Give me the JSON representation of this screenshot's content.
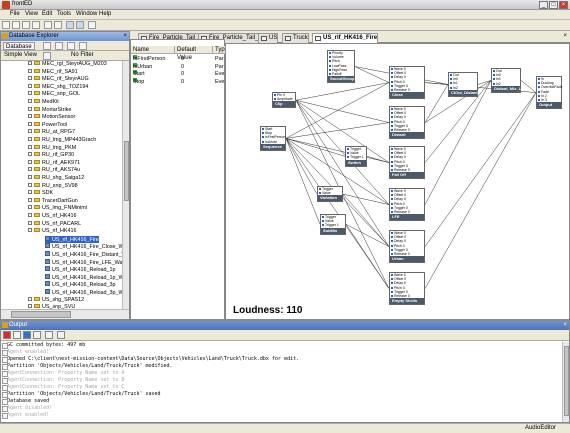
{
  "window": {
    "title": "frontED"
  },
  "menu": [
    "File",
    "View",
    "Edit",
    "Tools",
    "Window",
    "Help"
  ],
  "db_explorer": {
    "title": "Database Explorer",
    "tabs": [
      "Database"
    ],
    "filter_mode": "Simple View",
    "filter_label": "No Filter",
    "tree": [
      "MEC_rgl_SteyrAUG_M203",
      "MEC_rif_SA91",
      "MEC_rif_SteyrAUG",
      "MEC_shg_TOZ194",
      "MEC_snp_GOL",
      "MedKit",
      "MortarStrike",
      "MotionSensor",
      "PowerTool",
      "RU_at_RPG7",
      "RU_lmg_MP443Grach",
      "RU_lmg_PKM",
      "RU_rif_GP30",
      "RU_rif_AEK971",
      "RU_rif_AKS74u",
      "RU_shg_Saiga12",
      "RU_snp_SV98",
      "SDK",
      "TracerDartGun",
      "US_lmg_FNMinimi",
      "US_rif_HK416",
      "US_rif_PACARL",
      "US_rif_HK416"
    ],
    "children": [
      "US_rif_HK416_Fire",
      "US_rif_HK416_Fire_Close_Wav",
      "US_rif_HK416_Fire_Distant_W",
      "US_rif_HK416_Fire_LFE_Wave",
      "US_rif_HK416_Reload_1p",
      "US_rif_HK416_Reload_1p_Wav",
      "US_rif_HK416_Reload_3p",
      "US_rif_HK416_Reload_3p_Wav"
    ],
    "after": [
      "US_shg_SPAS12",
      "US_snp_SVU"
    ]
  },
  "properties": {
    "headers": [
      "Name",
      "Default Value",
      "Typ"
    ],
    "rows": [
      {
        "name": "IsFirstPerson",
        "value": "0",
        "type": "Par"
      },
      {
        "name": "IsUrban",
        "value": "0",
        "type": "Par"
      },
      {
        "name": "Start",
        "value": "0",
        "type": "Eve"
      },
      {
        "name": "Stop",
        "value": "0",
        "type": "Eve"
      }
    ]
  },
  "tabs": [
    "Fire_Particle_Tail_L",
    "Fire_Particle_Tail_S",
    "US",
    "Truck",
    "US_rif_HK416_Fire"
  ],
  "graph": {
    "loudness": "Loudness: 110",
    "nodes": {
      "n1": {
        "title": "SoundGroup",
        "pins": [
          "Priority",
          "Volume",
          "Pitch",
          "LowPass",
          "HighPass",
          "Falloff"
        ]
      },
      "n2": {
        "title": "Clip",
        "pins": [
          "Pin 0",
          "Amplitude 0"
        ]
      },
      "n3": {
        "title": "Sequence",
        "pins": [
          "Start",
          "Stop",
          "IsFirstPerson",
          "IsUrban"
        ]
      },
      "n4": {
        "title": "Close",
        "pins": [
          "Wave 0",
          "Offset 0",
          "Delay 0",
          "Pitch 0",
          "Trigger 0",
          "Release 0"
        ]
      },
      "n5": {
        "title": "Distant",
        "pins": [
          "Wave 0",
          "Offset 0",
          "Delay 0",
          "Pitch 0",
          "Trigger 0",
          "Release 0"
        ]
      },
      "n6": {
        "title": "Fall Off",
        "pins": [
          "Wave 0",
          "Offset 0",
          "Delay 0",
          "Pitch 0",
          "Trigger 0",
          "Release 0"
        ]
      },
      "n7": {
        "title": "LFE",
        "pins": [
          "Wave 0",
          "Offset 0",
          "Delay 0",
          "Pitch 0",
          "Trigger 0",
          "Release 0"
        ]
      },
      "n8": {
        "title": "Urban",
        "pins": [
          "Wave 0",
          "Offset 0",
          "Delay 0",
          "Pitch 0",
          "Trigger 0",
          "Release 0"
        ]
      },
      "n9": {
        "title": "Empty Shells",
        "pins": [
          "Wave 0",
          "Offset 0",
          "Delay 0",
          "Pitch 0",
          "Trigger 0",
          "Release 0"
        ]
      },
      "n10": {
        "title": "Variation",
        "pins": [
          "Trigger",
          "Value"
        ]
      },
      "n11": {
        "title": "Switch",
        "pins": [
          "Trigger",
          "Value",
          "Trigger 1"
        ]
      },
      "n12": {
        "title": "SubMix",
        "pins": [
          "Trigger",
          "Value",
          "Trigger 1"
        ]
      },
      "n13": {
        "title": "CIOut_Distant",
        "pins": [
          "Out",
          "In0",
          "In1",
          "In2"
        ]
      },
      "n14": {
        "title": "Distant_Mix_LFE",
        "pins": [
          "Out",
          "In0",
          "In1",
          "In2"
        ]
      },
      "n15": {
        "title": "Output",
        "pins": [
          "In",
          "Ducking",
          "OverrideFade",
          "Fade",
          "In 2",
          "In 3"
        ]
      }
    }
  },
  "output": {
    "title": "Output",
    "lines": [
      {
        "text": "GC committed bytes: 497 mb",
        "dim": false
      },
      {
        "text": "Agent enabled!",
        "dim": true
      },
      {
        "text": "Opened C:\\client\\nest-mission-content\\Data\\Source\\Objects\\Vehicles\\Land\\Truck\\Truck.dbx for edit.",
        "dim": false
      },
      {
        "text": "Partition 'Objects/Vehicles/Land/Truck/Truck' modified.",
        "dim": false
      },
      {
        "text": "AgentConnection: Property Name set to A",
        "dim": true
      },
      {
        "text": "AgentConnection: Property Name set to B",
        "dim": true
      },
      {
        "text": "AgentConnection: Property Name set to C",
        "dim": true
      },
      {
        "text": "Partition 'Objects/Vehicles/Land/Truck/Truck' saved",
        "dim": false
      },
      {
        "text": "Database saved",
        "dim": false
      },
      {
        "text": "Agent disabled!",
        "dim": true
      },
      {
        "text": "Agent enabled!",
        "dim": true
      }
    ]
  },
  "status": {
    "right": "AudioEditor"
  }
}
